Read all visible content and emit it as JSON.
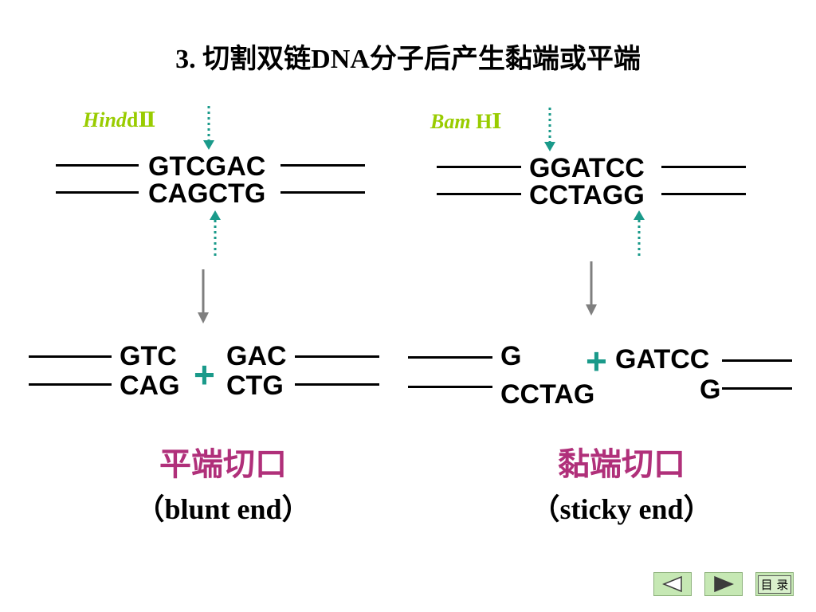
{
  "title": "3. 切割双链DNA分子后产生黏端或平端",
  "left": {
    "enzyme_italic": "Hind",
    "enzyme_rest": "dⅡ",
    "top_strand": "GTCGAC",
    "bottom_strand": "CAGCTG",
    "cut_top_left": "GTC",
    "cut_bottom_left": "CAG",
    "cut_top_right": "GAC",
    "cut_bottom_right": "CTG",
    "plus": "+",
    "label_cn": "平端切口",
    "label_en": "（blunt end）"
  },
  "right": {
    "enzyme_italic": "Bam",
    "enzyme_rest": " HⅠ",
    "top_strand": "GGATCC",
    "bottom_strand": "CCTAGG",
    "cut_top_left": "G",
    "cut_bottom_left": "CCTAG",
    "cut_top_right": "GATCC",
    "cut_bottom_right": "G",
    "plus": "+",
    "label_cn": "黏端切口",
    "label_en": "（sticky end）"
  },
  "nav": {
    "menu_label": "目 录",
    "prev_icon": "triangle-left-icon",
    "next_icon": "triangle-right-icon"
  },
  "colors": {
    "enzyme": "#99cc00",
    "cut_arrow": "#1a9a8a",
    "label_cn": "#b0307a",
    "nav_bg": "#c6e8b4"
  }
}
